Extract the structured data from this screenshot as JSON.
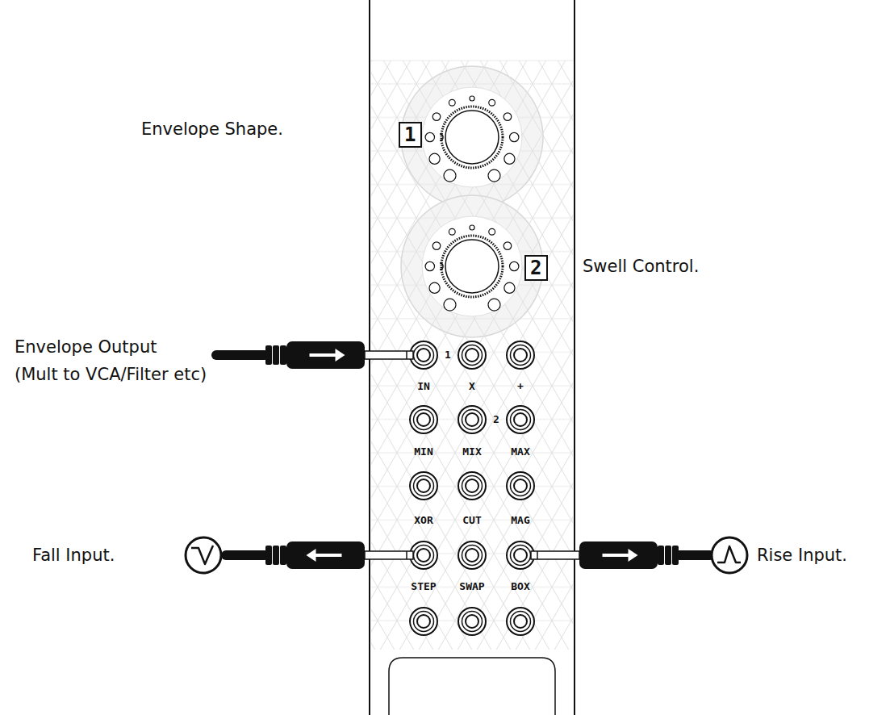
{
  "diagram": {
    "nodes": [
      {
        "text": [
          "1"
        ]
      },
      {
        "text": [
          "2"
        ]
      }
    ],
    "labels": [
      "Envelope Shape.",
      "Swell Control.",
      "Envelope Output",
      "(Mult to VCA/Filter etc)",
      "1",
      "IN",
      "X",
      "+",
      "2",
      "MIN",
      "MIX",
      "MAX",
      "XOR",
      "CUT",
      "MAG",
      "STEP",
      "SWAP",
      "BOX",
      "Fall Input.",
      "Rise Input."
    ]
  }
}
